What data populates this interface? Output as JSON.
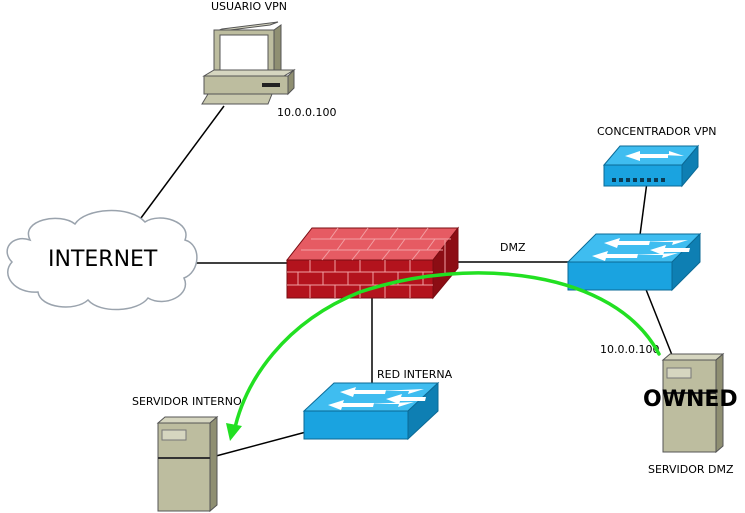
{
  "labels": {
    "usuario_vpn": "USUARIO VPN",
    "usuario_ip": "10.0.0.100",
    "concentrador_vpn": "CONCENTRADOR VPN",
    "internet": "INTERNET",
    "dmz": "DMZ",
    "red_interna": "RED INTERNA",
    "servidor_interno": "SERVIDOR INTERNO",
    "servidor_dmz": "SERVIDOR DMZ",
    "dmz_ip": "10.0.0.100",
    "owned": "OWNED"
  },
  "colors": {
    "firewall": "#b3131d",
    "firewall_top": "#e65b63",
    "switch": "#1aa3e0",
    "switch_top": "#3fbdf0",
    "server": "#bdbd9f",
    "attack_arrow": "#22e022",
    "cloud": "#ffffff"
  }
}
